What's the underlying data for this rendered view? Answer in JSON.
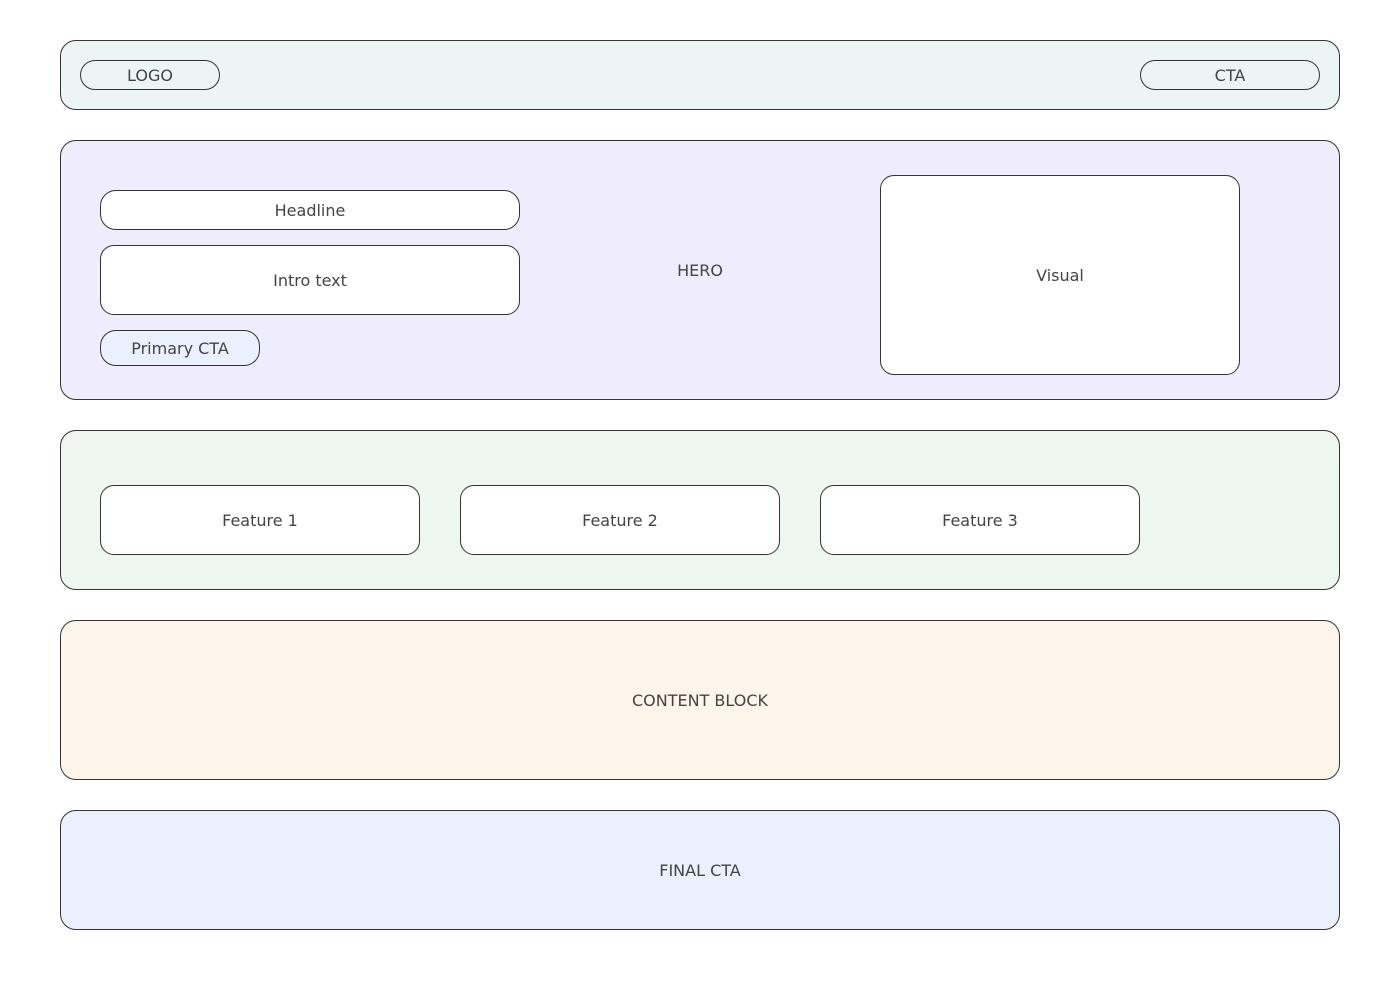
{
  "header": {
    "logo_label": "LOGO",
    "cta_label": "CTA"
  },
  "hero": {
    "label": "HERO",
    "headline": "Headline",
    "intro": "Intro text",
    "primary_cta": "Primary CTA",
    "visual": "Visual"
  },
  "features": {
    "items": [
      {
        "label": "Feature 1"
      },
      {
        "label": "Feature 2"
      },
      {
        "label": "Feature 3"
      }
    ]
  },
  "content_block": {
    "label": "CONTENT BLOCK"
  },
  "final_cta": {
    "label": "FINAL CTA"
  },
  "colors": {
    "header_bg": "#eaf5f4",
    "hero_bg": "#efecfd",
    "features_bg": "#edf7ef",
    "content_bg": "#fdf4ea",
    "final_bg": "#eaf0fd",
    "border": "#333333"
  }
}
